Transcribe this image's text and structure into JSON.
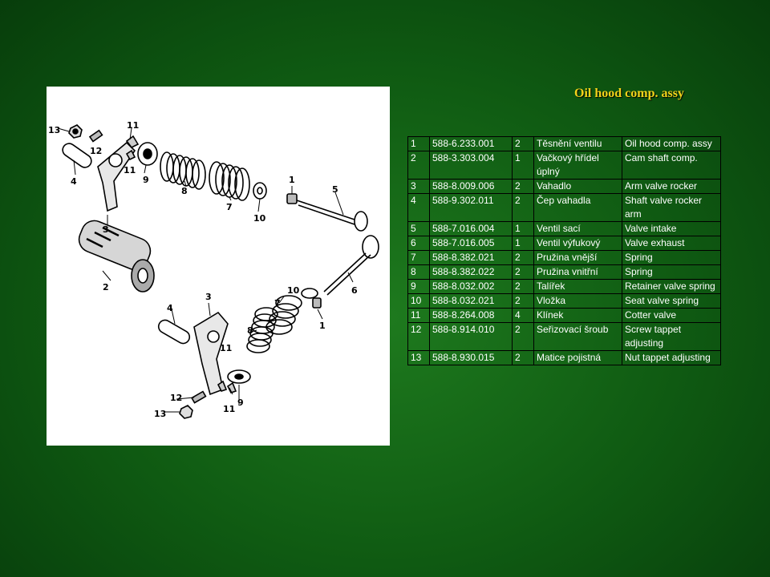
{
  "title": "Oil hood comp. assy",
  "parts": [
    {
      "no": "1",
      "code": "588-6.233.001",
      "qty": "2",
      "cz": "Těsnění ventilu",
      "en": "Oil hood comp. assy"
    },
    {
      "no": "2",
      "code": "588-3.303.004",
      "qty": "1",
      "cz": "Vačkový hřídel úplný",
      "en": "Cam shaft comp."
    },
    {
      "no": "3",
      "code": "588-8.009.006",
      "qty": "2",
      "cz": "Vahadlo",
      "en": "Arm valve rocker"
    },
    {
      "no": "4",
      "code": "588-9.302.011",
      "qty": "2",
      "cz": "Čep vahadla",
      "en": "Shaft valve rocker arm"
    },
    {
      "no": "5",
      "code": "588-7.016.004",
      "qty": "1",
      "cz": "Ventil sací",
      "en": "Valve intake"
    },
    {
      "no": "6",
      "code": "588-7.016.005",
      "qty": "1",
      "cz": "Ventil výfukový",
      "en": "Valve exhaust"
    },
    {
      "no": "7",
      "code": "588-8.382.021",
      "qty": "2",
      "cz": "Pružina vnější",
      "en": "Spring"
    },
    {
      "no": "8",
      "code": "588-8.382.022",
      "qty": "2",
      "cz": "Pružina vnitřní",
      "en": "Spring"
    },
    {
      "no": "9",
      "code": "588-8.032.002",
      "qty": "2",
      "cz": "Talířek",
      "en": "Retainer valve spring"
    },
    {
      "no": "10",
      "code": "588-8.032.021",
      "qty": "2",
      "cz": "Vložka",
      "en": "Seat valve spring"
    },
    {
      "no": "11",
      "code": "588-8.264.008",
      "qty": "4",
      "cz": "Klínek",
      "en": "Cotter valve"
    },
    {
      "no": "12",
      "code": "588-8.914.010",
      "qty": "2",
      "cz": "Seřizovací šroub",
      "en": "Screw tappet adjusting"
    },
    {
      "no": "13",
      "code": "588-8.930.015",
      "qty": "2",
      "cz": "Matice pojistná",
      "en": "Nut tappet adjusting"
    }
  ],
  "diagram": {
    "labels": {
      "l1a": "1",
      "l1b": "1",
      "l2": "2",
      "l3a": "3",
      "l3b": "3",
      "l4a": "4",
      "l4b": "4",
      "l5": "5",
      "l6": "6",
      "l7a": "7",
      "l7b": "7",
      "l8a": "8",
      "l8b": "8",
      "l9a": "9",
      "l9b": "9",
      "l10a": "10",
      "l10b": "10",
      "l11a": "11",
      "l11b": "11",
      "l11c": "11",
      "l11d": "11",
      "l12a": "12",
      "l12b": "12",
      "l13a": "13",
      "l13b": "13"
    }
  }
}
